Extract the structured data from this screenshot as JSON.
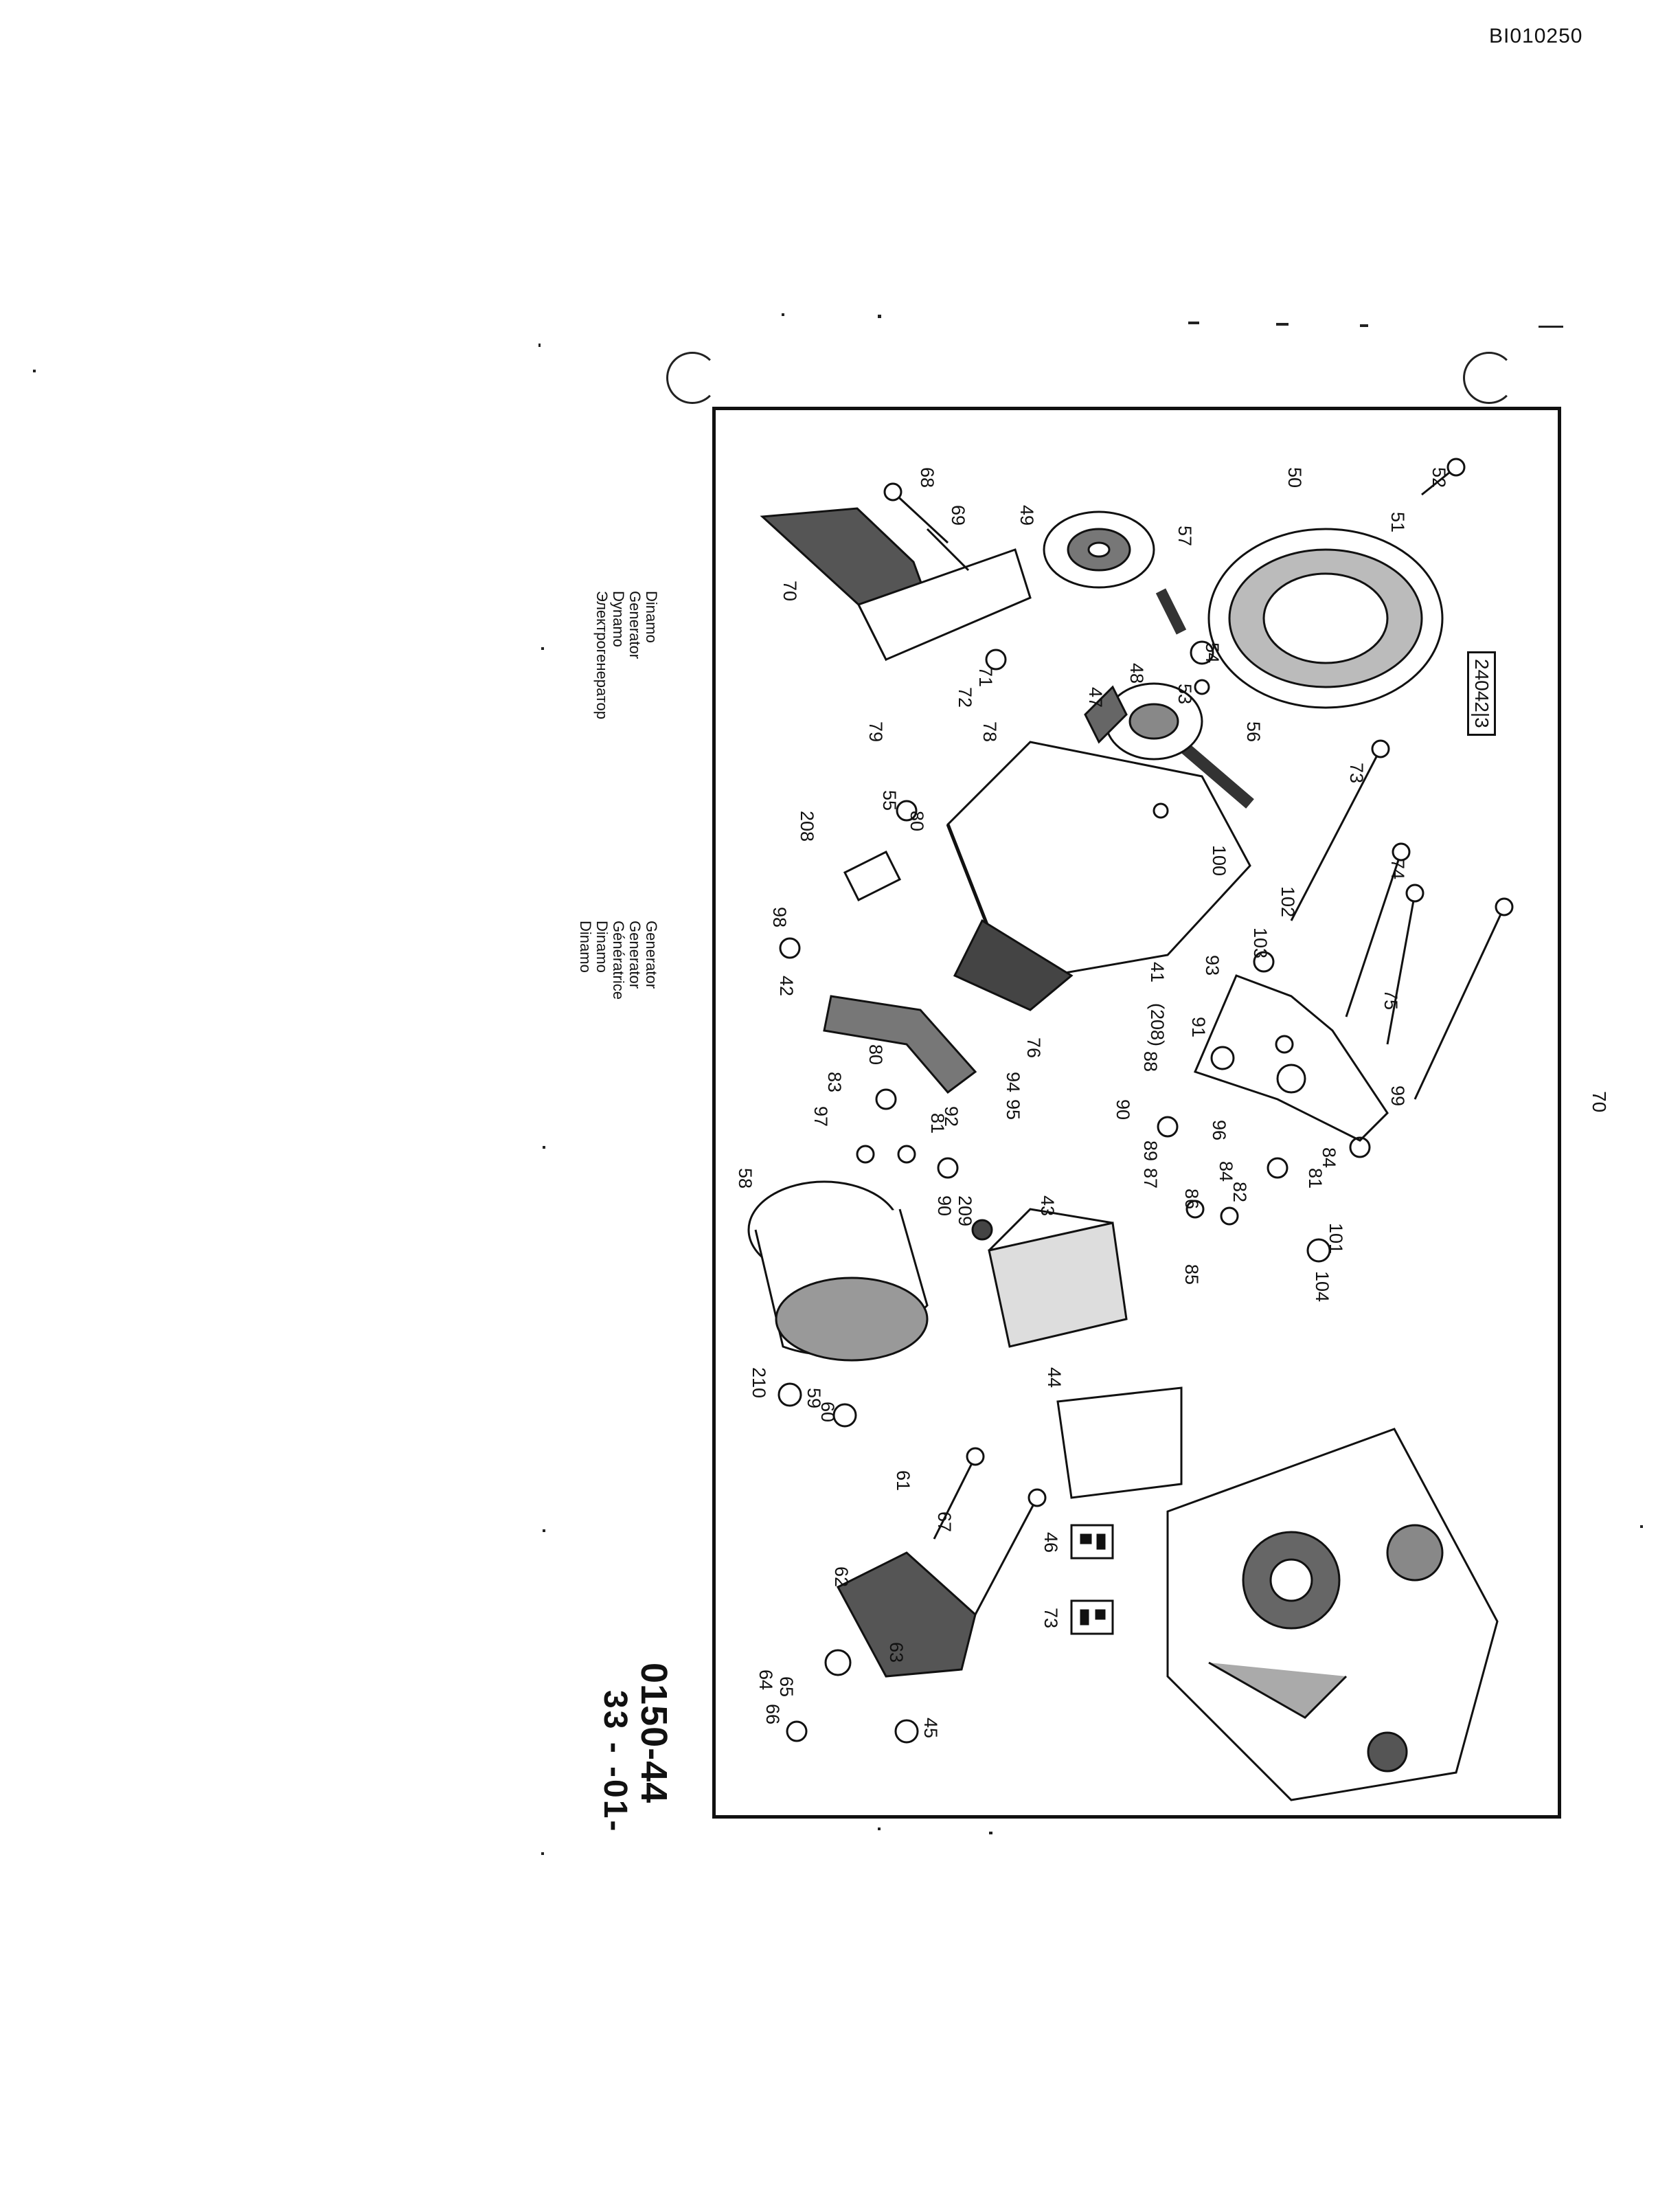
{
  "document_id": "BI010250",
  "reference_code": "0150-44",
  "reference_subcode": "33 - -01-",
  "languages": {
    "column_1": [
      "Generator",
      "Generator",
      "Génératrice",
      "Dinamo",
      "Dinamo"
    ],
    "column_2": [
      "Dinamo",
      "Generator",
      "Dynamo",
      "Электрогенератор"
    ]
  },
  "drawing_number": "24042|3",
  "page_number": "70",
  "part_callouts": [
    "68",
    "69",
    "70",
    "71",
    "72",
    "49",
    "50",
    "57",
    "51",
    "52",
    "54",
    "53",
    "48",
    "47",
    "56",
    "78",
    "79",
    "55",
    "80",
    "208",
    "100",
    "73",
    "98",
    "42",
    "41",
    "(208)",
    "80",
    "76",
    "94",
    "95",
    "92",
    "81",
    "83",
    "97",
    "90",
    "209",
    "102",
    "74",
    "103",
    "93",
    "75",
    "91",
    "88",
    "99",
    "90",
    "96",
    "89",
    "87",
    "84",
    "82",
    "86",
    "85",
    "101",
    "81",
    "84",
    "104",
    "58",
    "43",
    "44",
    "210",
    "59",
    "60",
    "61",
    "62",
    "67",
    "63",
    "64",
    "65",
    "66",
    "45",
    "46",
    "73"
  ],
  "icons": [
    "diagram-alternator-exploded",
    "engine-block-illustration",
    "connector-45-icon",
    "connector-46-icon"
  ]
}
